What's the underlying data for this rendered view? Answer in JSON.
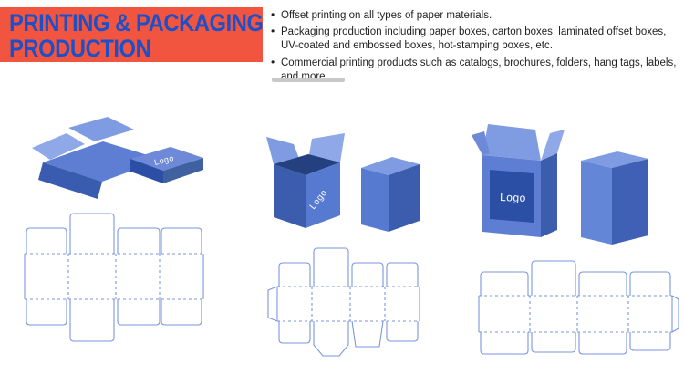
{
  "header": {
    "title_line1": "PRINTING & PACKAGING",
    "title_line2": "PRODUCTION"
  },
  "colors": {
    "banner": "#f2553f",
    "title_blue": "#1d50c8",
    "body_text": "#1f1f1f",
    "divider_gray": "#c9c9c9",
    "box_blue_main": "#5d7ed2",
    "box_blue_dark": "#2b4fa5",
    "box_blue_light": "#8fa8e8",
    "dieline_blue": "#7b96de"
  },
  "bullets": [
    "Offset printing on all types of paper materials.",
    "Packaging production including paper boxes, carton boxes, laminated offset boxes, UV-coated and embossed boxes, hot-stamping boxes, etc.",
    "Commercial printing products such as catalogs, brochures, folders, hang tags, labels, and more."
  ],
  "panels": [
    {
      "id": "folded-box-with-lid",
      "logo": "Logo"
    },
    {
      "id": "open-carton-and-closed-carton",
      "logo": "Logo"
    },
    {
      "id": "upright-cartons",
      "logo": "Logo"
    }
  ]
}
